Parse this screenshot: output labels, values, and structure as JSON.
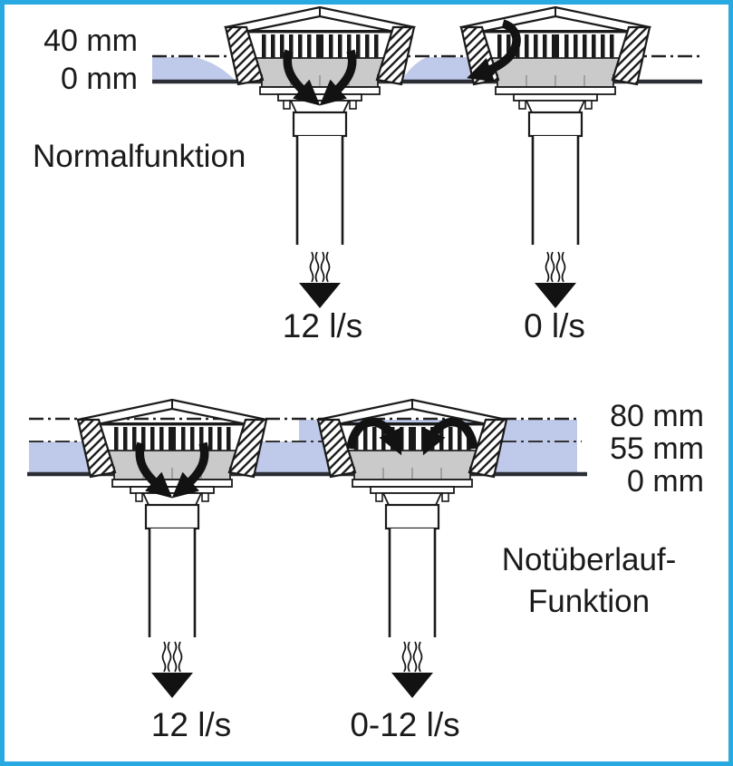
{
  "colors": {
    "accent": "#29a9e1",
    "water": "#bfc9e9",
    "ink": "#1a1a1a",
    "drain_body_grey": "#cacaca"
  },
  "normal_section": {
    "title": "Normalfunktion",
    "water_levels": {
      "max": "40 mm",
      "zero": "0 mm"
    },
    "drains": [
      {
        "state": "draining",
        "flow": "12 l/s"
      },
      {
        "state": "no-flow",
        "flow": "0 l/s"
      }
    ]
  },
  "emergency_section": {
    "title_line1": "Notüberlauf-",
    "title_line2": "Funktion",
    "water_levels": {
      "max": "80 mm",
      "retention": "55 mm",
      "zero": "0 mm"
    },
    "drains": [
      {
        "state": "draining",
        "flow": "12 l/s"
      },
      {
        "state": "overflow",
        "flow": "0-12 l/s"
      }
    ]
  },
  "icons": {
    "inflow_arrows": "curved-inflow-arrow-icon",
    "deflect_arrow": "curled-deflect-arrow-icon",
    "overflow_arrows": "overflow-arrow-icon",
    "discharge_arrow": "discharge-arrow-icon"
  }
}
